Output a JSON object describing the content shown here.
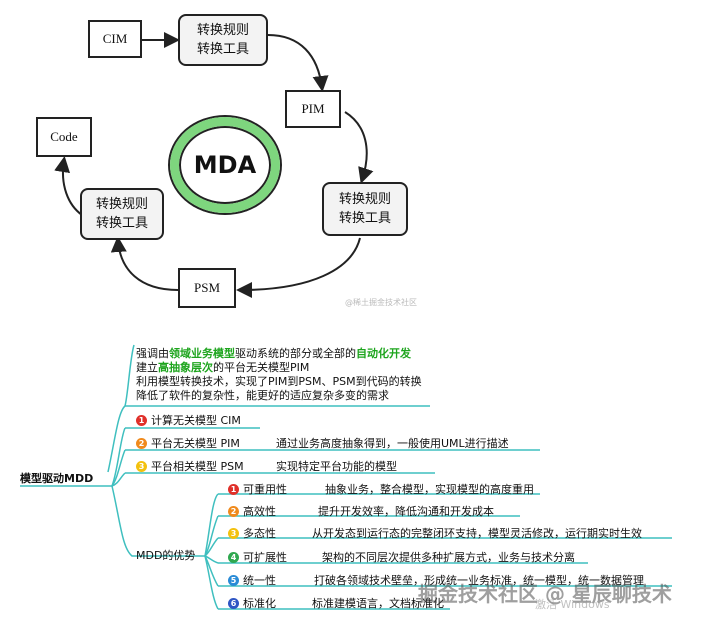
{
  "diagram": {
    "nodes": {
      "cim": "CIM",
      "rule1_line1": "转换规则",
      "rule1_line2": "转换工具",
      "pim": "PIM",
      "rule2_line1": "转换规则",
      "rule2_line2": "转换工具",
      "psm": "PSM",
      "rule3_line1": "转换规则",
      "rule3_line2": "转换工具",
      "code": "Code",
      "center": "MDA"
    },
    "watermark": "@稀土掘金技术社区",
    "center_color": "#7ed67e"
  },
  "mindmap": {
    "root": "模型驱动MDD",
    "summary": {
      "l1_a": "强调由",
      "l1_b": "领域业务模型",
      "l1_c": "驱动系统的部分或全部的",
      "l1_d": "自动化开发",
      "l2_a": "建立",
      "l2_b": "高抽象层次",
      "l2_c": "的平台无关模型PIM",
      "l3": "利用模型转换技术，实现了PIM到PSM、PSM到代码的转换",
      "l4": "降低了软件的复杂性，能更好的适应复杂多变的需求"
    },
    "models": [
      {
        "num": "1",
        "label": "计算无关模型 CIM",
        "desc": "",
        "color": "#e0302a"
      },
      {
        "num": "2",
        "label": "平台无关模型 PIM",
        "desc": "通过业务高度抽象得到，一般使用UML进行描述",
        "color": "#f08a1c"
      },
      {
        "num": "3",
        "label": "平台相关模型 PSM",
        "desc": "实现特定平台功能的模型",
        "color": "#f3c10e"
      }
    ],
    "advantages_label": "MDD的优势",
    "advantages": [
      {
        "num": "1",
        "label": "可重用性",
        "desc": "抽象业务，整合模型，实现模型的高度重用",
        "color": "#e0302a"
      },
      {
        "num": "2",
        "label": "高效性",
        "desc": "提升开发效率，降低沟通和开发成本",
        "color": "#f08a1c"
      },
      {
        "num": "3",
        "label": "多态性",
        "desc": "从开发态到运行态的完整闭环支持，模型灵活修改，运行期实时生效",
        "color": "#f3c10e"
      },
      {
        "num": "4",
        "label": "可扩展性",
        "desc": "架构的不同层次提供多种扩展方式，业务与技术分离",
        "color": "#2fa84f"
      },
      {
        "num": "5",
        "label": "统一性",
        "desc": "打破各领域技术壁垒，形成统一业务标准，统一模型，统一数据管理",
        "color": "#2a8bd6"
      },
      {
        "num": "6",
        "label": "标准化",
        "desc": "标准建模语言，文档标准化",
        "color": "#2f56c4"
      }
    ],
    "branch_color": "#3fbfbf"
  },
  "watermarks": {
    "main": "掘金技术社区 @ 星辰聊技术",
    "faint": "激活 Windows"
  }
}
